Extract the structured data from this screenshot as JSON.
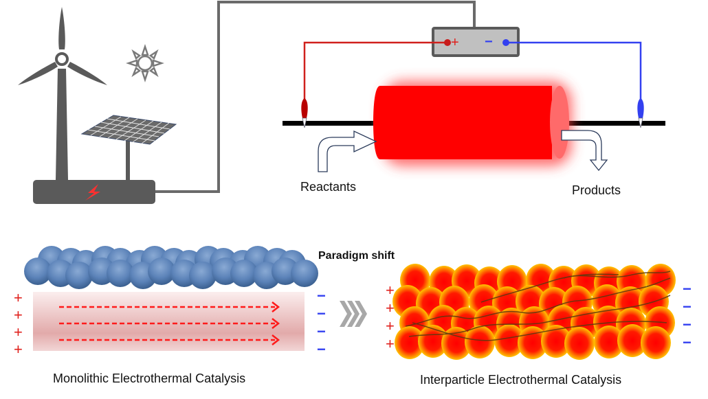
{
  "diagram": {
    "top": {
      "power_source": {
        "wind_turbine": "wind-turbine",
        "sun": "sun",
        "solar_panel": "solar-panel",
        "power_unit_symbol": "lightning"
      },
      "power_supply": {
        "positive_terminal": "+",
        "negative_terminal": "−"
      },
      "reactor": "heated-cylinder",
      "labels": {
        "inlet": "Reactants",
        "outlet": "Products"
      }
    },
    "bottom": {
      "transition_label": "Paradigm shift",
      "left_panel": {
        "caption": "Monolithic Electrothermal Catalysis",
        "left_signs": [
          "+",
          "+",
          "+",
          "+"
        ],
        "right_signs": [
          "−",
          "−",
          "−",
          "−"
        ],
        "current_arrows": 3
      },
      "right_panel": {
        "caption": "Interparticle Electrothermal Catalysis",
        "left_signs": [
          "+",
          "+",
          "+",
          "+"
        ],
        "right_signs": [
          "−",
          "−",
          "−",
          "−"
        ]
      }
    },
    "colors": {
      "positive": "#e0201c",
      "negative": "#3340f0",
      "reactor_red": "#ff0000",
      "device_gray": "#5a5a5a",
      "catalyst_blue": "#5b82b8",
      "particle_orange": "#ffb000"
    }
  }
}
